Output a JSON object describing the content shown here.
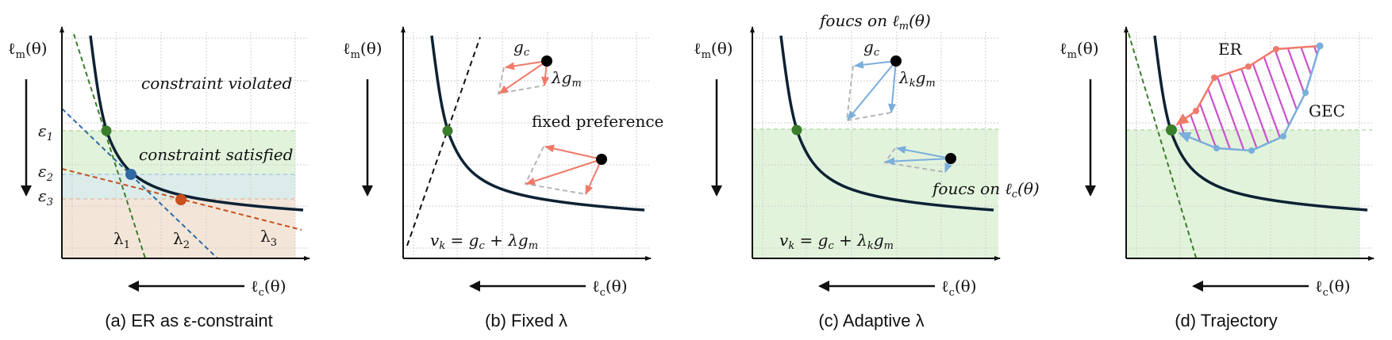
{
  "colors": {
    "curve": "#0d2233",
    "green": "#3a7d2a",
    "blue": "#2e6aa5",
    "orange": "#c8501e",
    "red_arrow": "#f07a6a",
    "blue_arrow": "#7aaedb",
    "hatch": "#c94fc9",
    "band_green": "#e2f3dc",
    "band_blue": "#dcecea",
    "band_orange": "#f3e6d9"
  },
  "axes": {
    "y": {
      "base": "ℓ",
      "sub": "m",
      "rest": "(θ)"
    },
    "x": {
      "base": "ℓ",
      "sub": "c",
      "rest": "(θ)"
    }
  },
  "panel_a": {
    "caption": "(a) ER as ε-constraint",
    "violated": "constraint violated",
    "satisfied": "constraint satisfied",
    "eps": [
      {
        "base": "ε",
        "sub": "1"
      },
      {
        "base": "ε",
        "sub": "2"
      },
      {
        "base": "ε",
        "sub": "3"
      }
    ],
    "lambdas": [
      {
        "base": "λ",
        "sub": "1"
      },
      {
        "base": "λ",
        "sub": "2"
      },
      {
        "base": "λ",
        "sub": "3"
      }
    ]
  },
  "panel_b": {
    "caption": "(b) Fixed λ",
    "gc": {
      "base": "g",
      "sub": "c"
    },
    "lgm": {
      "base": "λg",
      "sub": "m"
    },
    "fixed_preference": "fixed preference",
    "formula": {
      "a": "v",
      "a_sub": "k",
      "b": " = g",
      "b_sub": "c",
      "c": " + λg",
      "c_sub": "m"
    }
  },
  "panel_c": {
    "caption": "(c) Adaptive λ",
    "focus_m": {
      "text": "foucs on ℓ",
      "sub": "m",
      "rest": "(θ)"
    },
    "focus_c": {
      "text": "foucs on ℓ",
      "sub": "c",
      "rest": "(θ)"
    },
    "gc": {
      "base": "g",
      "sub": "c"
    },
    "lgm": {
      "base": "λ",
      "sub": "k",
      "rest": "g",
      "sub2": "m"
    },
    "formula": {
      "a": "v",
      "a_sub": "k",
      "b": " = g",
      "b_sub": "c",
      "c": " + λ",
      "c_sub": "k",
      "d": "g",
      "d_sub": "m"
    }
  },
  "panel_d": {
    "caption": "(d) Trajectory",
    "er": "ER",
    "gec": "GEC"
  }
}
